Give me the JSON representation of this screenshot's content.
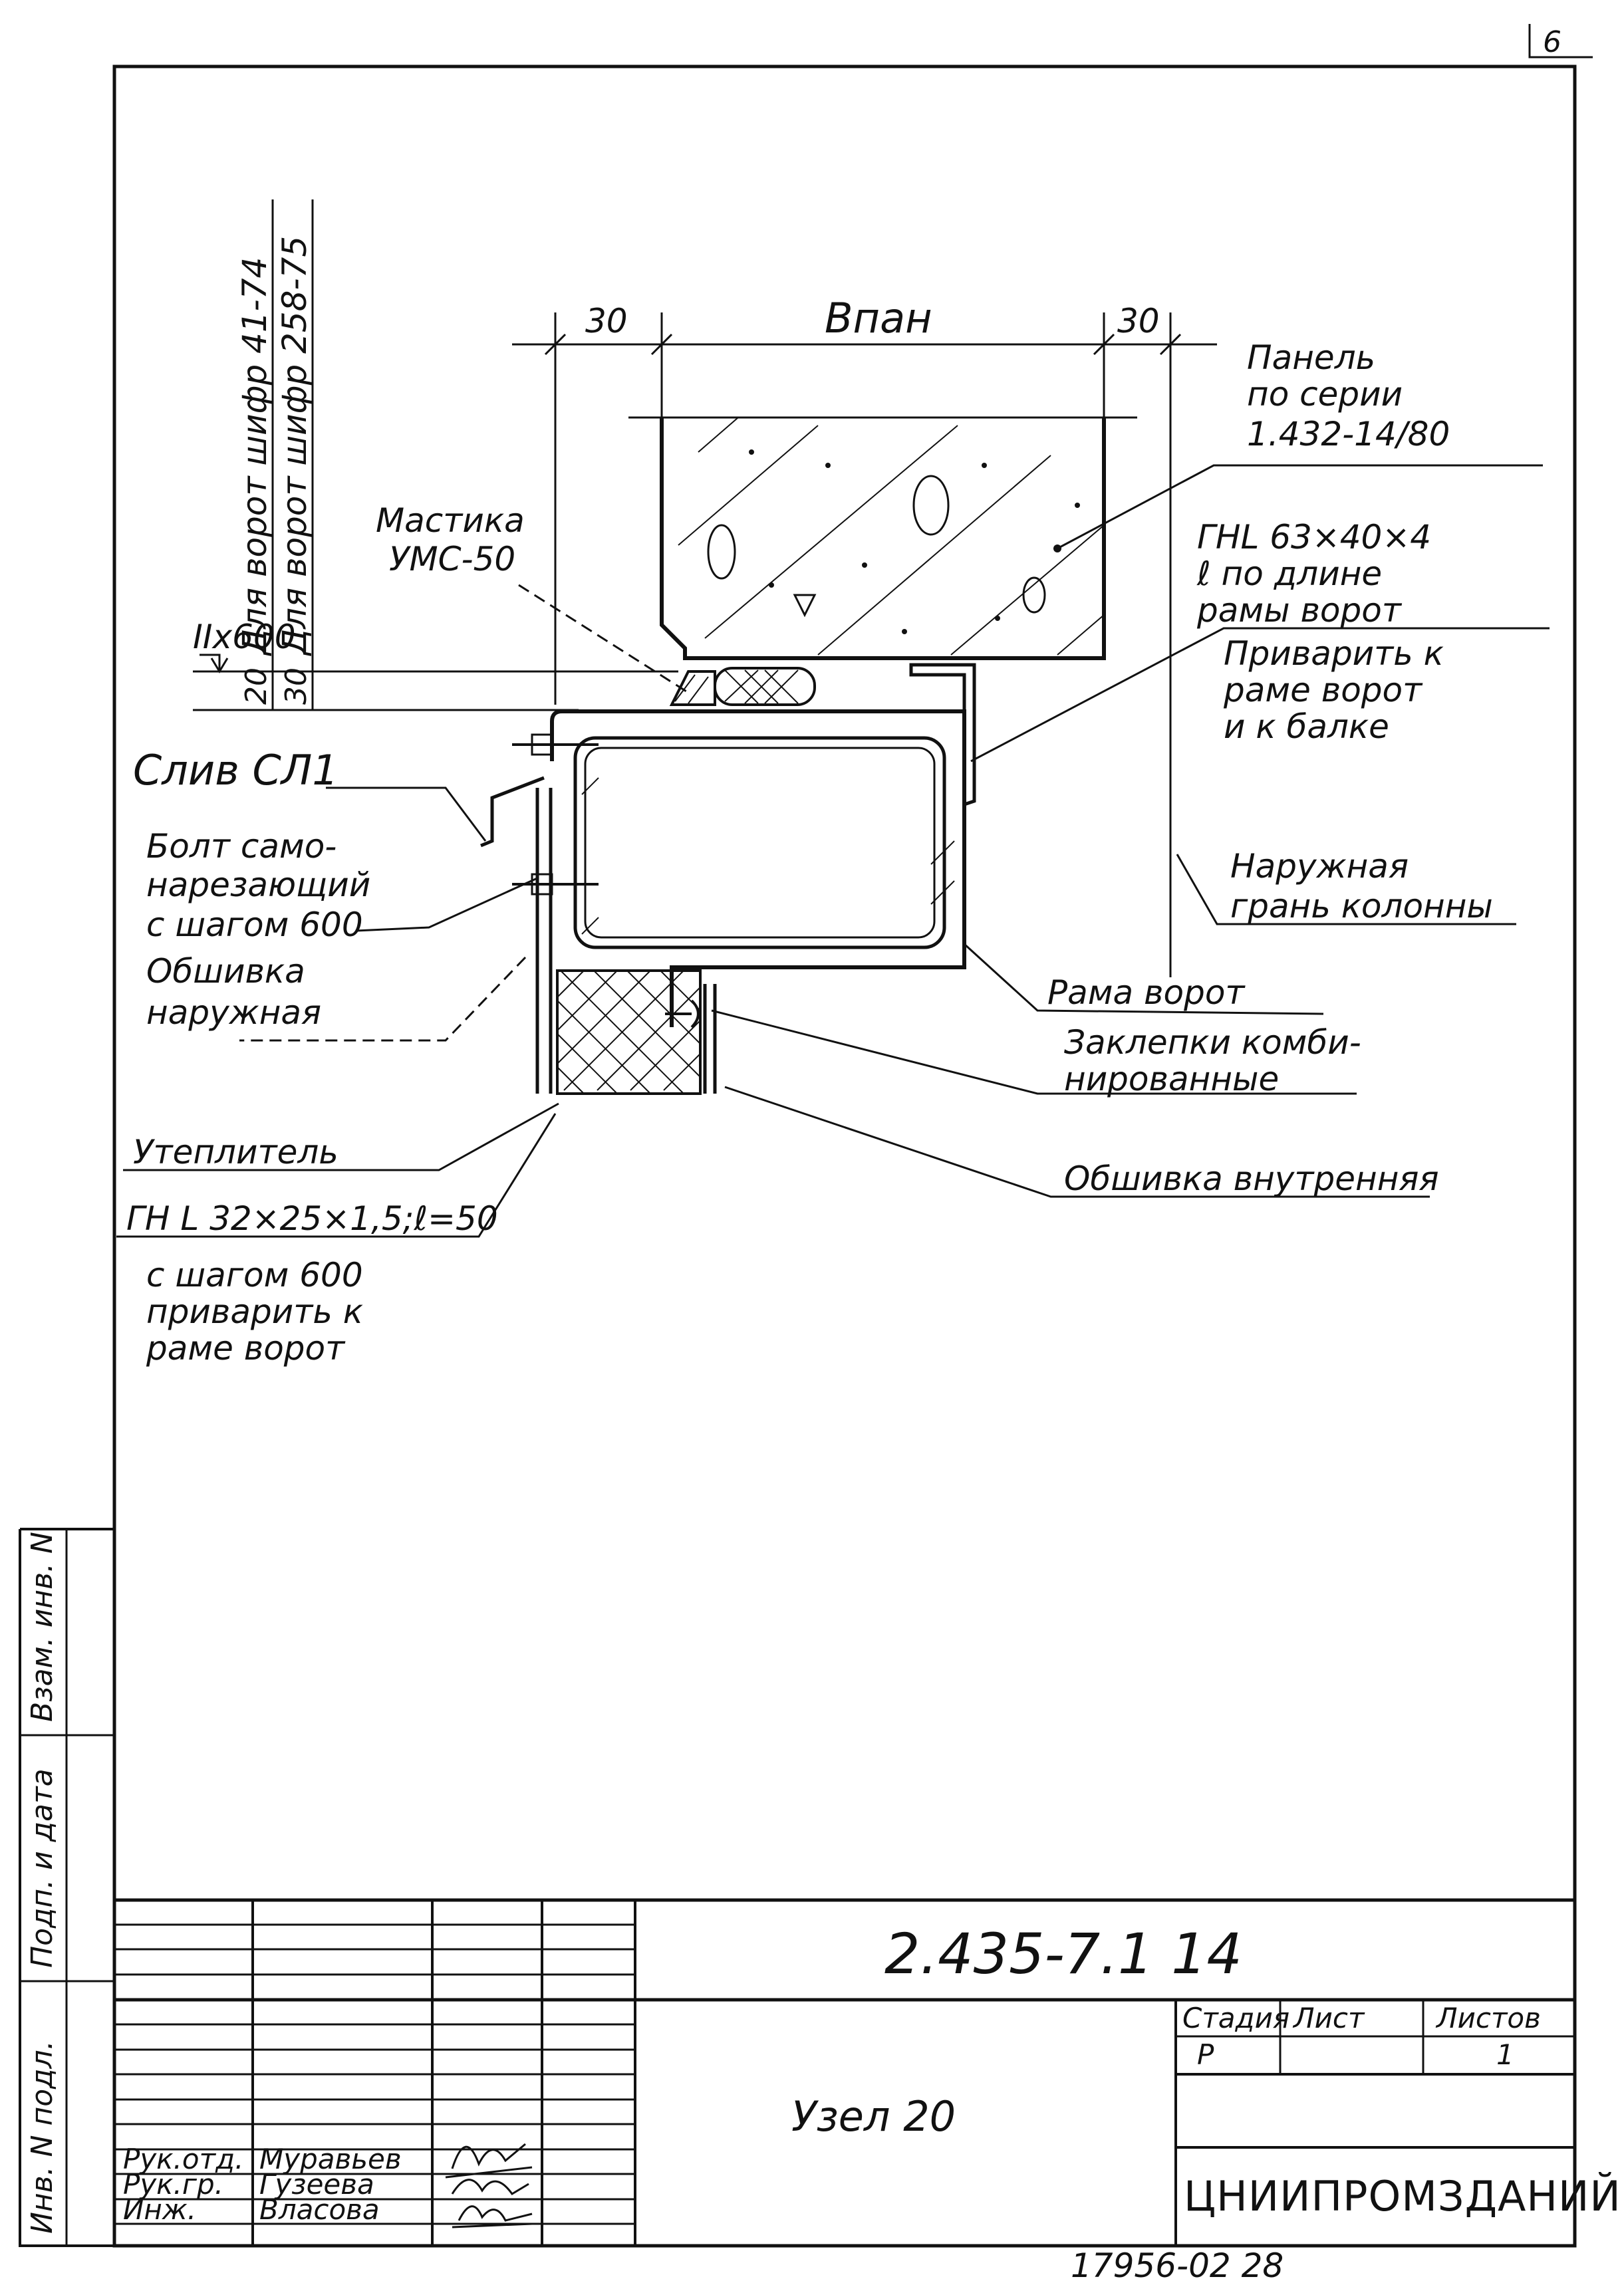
{
  "corner_mark": "6",
  "dimensions": {
    "left_30": "30",
    "span": "Впан",
    "right_30": "30",
    "level_mark": "IIx600",
    "dim_20": "20",
    "dim_30": "30"
  },
  "vertical_notes": {
    "note1": "Для ворот шифр 41-74",
    "note2": "Для ворот шифр 258-75"
  },
  "callouts": {
    "panel": [
      "Панель",
      "по серии",
      "1.432-14/80"
    ],
    "mastic": [
      "Мастика",
      "УМС-50"
    ],
    "angle_top": [
      "ГНL 63×40×4",
      "ℓ по длине",
      "рамы ворот"
    ],
    "weld_note": [
      "Приварить к",
      "раме ворот",
      "и к балке"
    ],
    "drip": [
      "Слив СЛ1"
    ],
    "column_face": [
      "Наружная",
      "грань колонны"
    ],
    "bolt": [
      "Болт само-",
      "нарезающий",
      "с шагом 600"
    ],
    "outer_skin": [
      "Обшивка",
      "наружная"
    ],
    "gate_frame": [
      "Рама ворот"
    ],
    "insulation": [
      "Утеплитель"
    ],
    "rivets": [
      "Заклепки комби-",
      "нированные"
    ],
    "inner_skin": [
      "Обшивка внутренняя"
    ],
    "angle_bottom": [
      "ГН L 32×25×1,5;ℓ=50",
      "с шагом 600",
      "приварить к",
      "раме ворот"
    ]
  },
  "side_stamp": {
    "f1": "Инв. N подл.",
    "f2": "Подп. и дата",
    "f3": "Взам. инв. N"
  },
  "title_block": {
    "doc_number": "2.435-7.1  14",
    "node_name": "Узел 20",
    "stage_header": "Стадия",
    "sheet_header": "Лист",
    "sheets_header": "Листов",
    "stage_value": "Р",
    "sheets_value": "1",
    "organization": "ЦНИИПРОМЗДАНИЙ",
    "roles": [
      "Рук.отд.",
      "Рук.гр.",
      "Инж."
    ],
    "names": [
      "Муравьев",
      "Гузеева",
      "Власова"
    ]
  },
  "footer": "17956-02   28"
}
